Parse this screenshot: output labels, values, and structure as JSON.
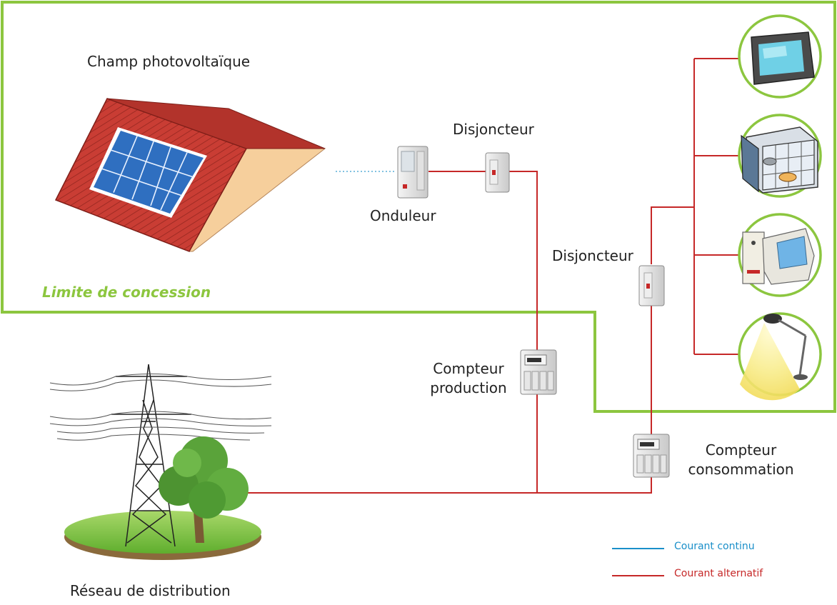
{
  "labels": {
    "pv_field": "Champ photovoltaïque",
    "inverter": "Onduleur",
    "breaker_top": "Disjoncteur",
    "breaker_right": "Disjoncteur",
    "meter_production": "Compteur\nproduction",
    "meter_consumption": "Compteur\nconsommation",
    "grid": "Réseau de distribution",
    "boundary": "Limite de concession"
  },
  "legend": [
    {
      "label": "Courant continu",
      "color": "#1a8fc9"
    },
    {
      "label": "Courant alternatif",
      "color": "#c62828"
    }
  ],
  "colors": {
    "boundary": "#8cc63f",
    "dc_line": "#1a8fc9",
    "ac_line": "#c62828",
    "roof": "#c93d34",
    "solar_panel": "#2f6fc0",
    "ground": "#7cc242"
  },
  "appliances": [
    {
      "name": "television-icon"
    },
    {
      "name": "microwave-icon"
    },
    {
      "name": "computer-icon"
    },
    {
      "name": "lamp-icon"
    }
  ]
}
